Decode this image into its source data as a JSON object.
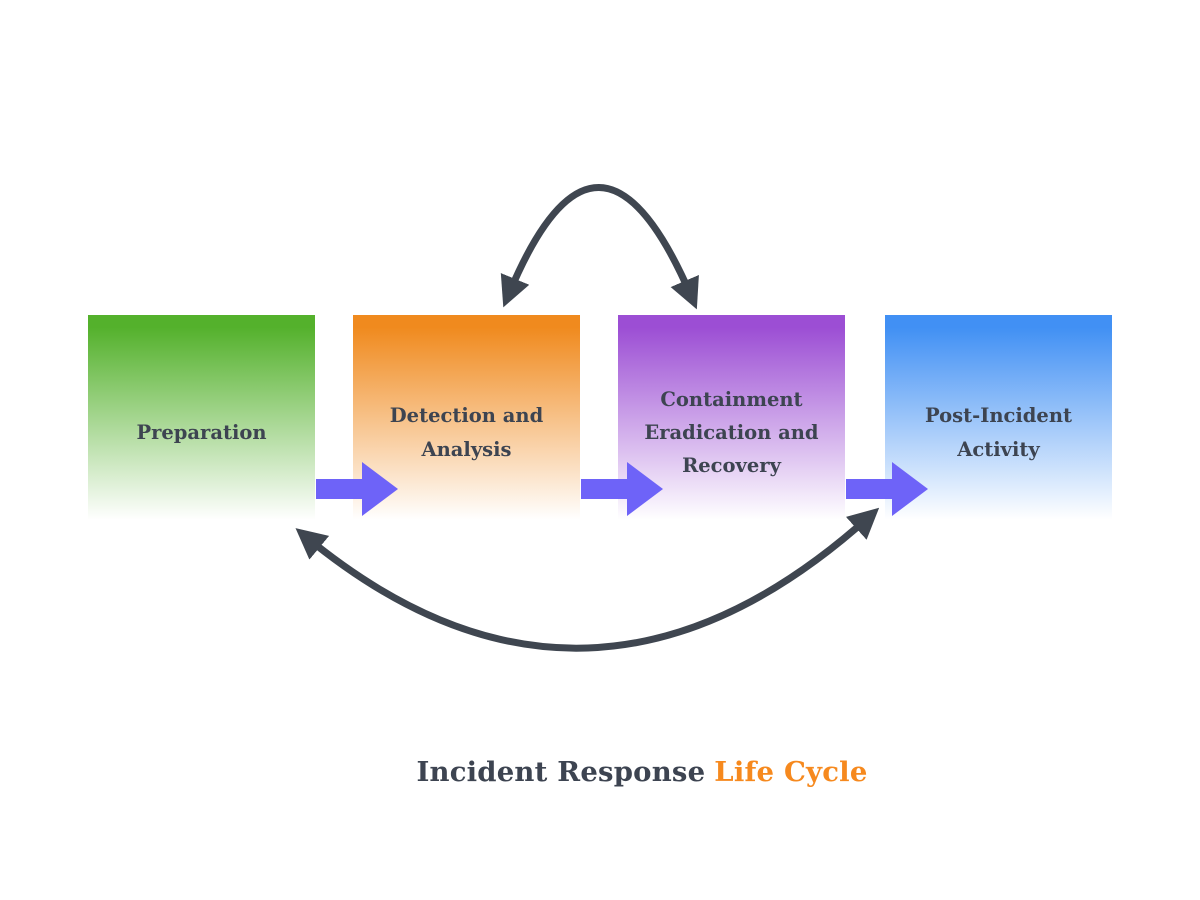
{
  "diagram": {
    "stages": [
      {
        "label": "Preparation",
        "color": "#54B12C"
      },
      {
        "label": "Detection and\nAnalysis",
        "color": "#F08A1E"
      },
      {
        "label": "Containment\nEradication and\nRecovery",
        "color": "#9C4ED4"
      },
      {
        "label": "Post-Incident\nActivity",
        "color": "#4190F4"
      }
    ],
    "label_color": "#3D4451",
    "flow_arrow_color": "#6E63F8",
    "cycle_arrow_color": "#3F4650",
    "title": {
      "part1": "Incident Response",
      "part2": "Life Cycle",
      "part1_color": "#3D4451",
      "part2_color": "#F6891E"
    }
  }
}
